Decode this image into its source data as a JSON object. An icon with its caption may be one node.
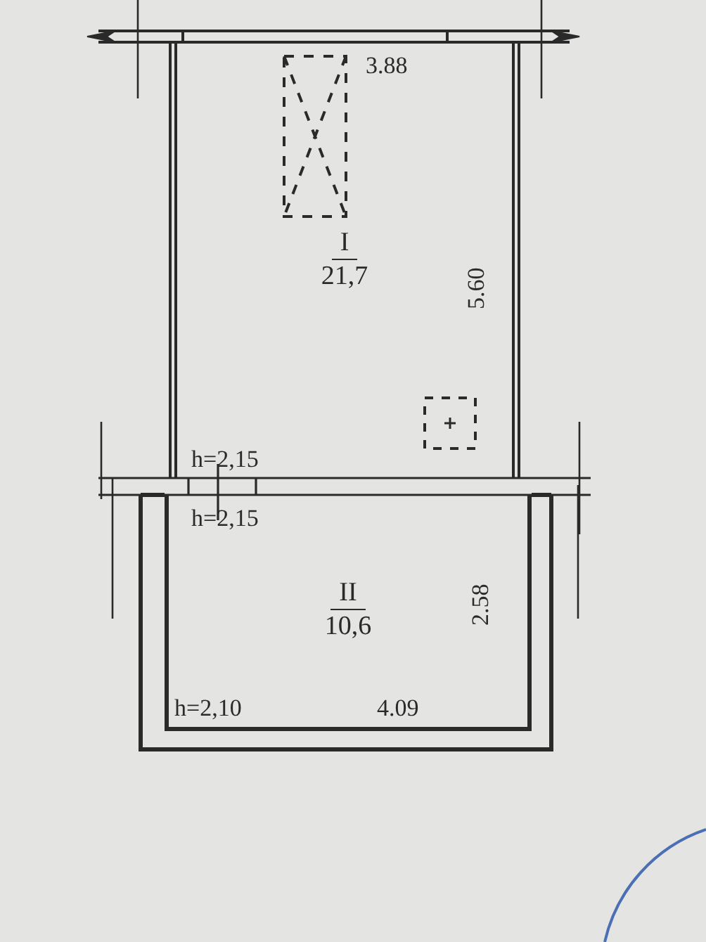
{
  "diagram": {
    "nodes": [
      {
        "text": [
          "I",
          "21,7"
        ]
      },
      {
        "text": [
          "II",
          "10,6"
        ]
      }
    ],
    "labels": [
      "3.88",
      "5.60",
      "h=2,15",
      "h=2,15",
      "2.58",
      "h=2,10",
      "4.09"
    ]
  }
}
